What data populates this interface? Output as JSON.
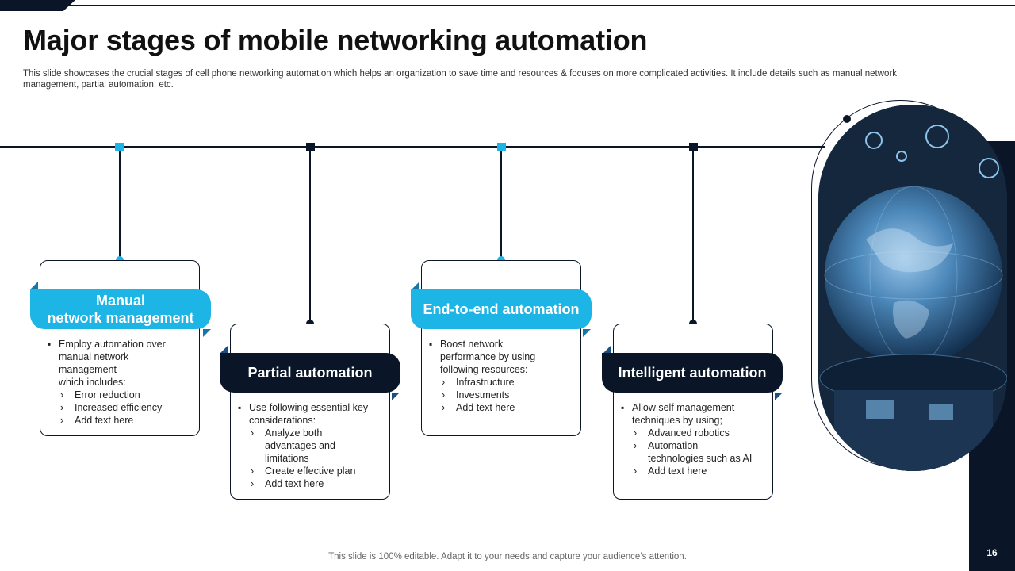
{
  "slide": {
    "title": "Major stages of mobile networking automation",
    "subtitle": "This slide showcases the crucial stages of cell phone networking automation which helps an organization to save time and resources & focuses on more complicated activities. It include details such as manual network management, partial automation, etc.",
    "footer": "This slide is 100% editable. Adapt it to your needs and capture your audience’s attention.",
    "page_number": "16"
  },
  "colors": {
    "accent": "#1db4e6",
    "dark": "#0a1628"
  },
  "stages": [
    {
      "title_line1": "Manual",
      "title_line2": "network management",
      "bullet": [
        "Employ automation  over",
        "manual network",
        "management",
        "which includes:"
      ],
      "items": [
        "Error reduction",
        "Increased  efficiency",
        "Add text here"
      ]
    },
    {
      "title": "Partial automation",
      "bullet": [
        "Use following  essential key",
        "considerations:"
      ],
      "items": [
        "Analyze both",
        "advantages  and",
        "limitations",
        "Create  effective  plan",
        "Add text here"
      ]
    },
    {
      "title": "End-to-end automation",
      "bullet": [
        "Boost network",
        "performance  by using",
        "following resources:"
      ],
      "items": [
        "Infrastructure",
        "Investments",
        "Add text here"
      ]
    },
    {
      "title": "Intelligent automation",
      "bullet": [
        "Allow self management",
        "techniques  by using;"
      ],
      "items": [
        "Advanced  robotics",
        "Automation",
        "technologies  such as AI",
        "Add text here"
      ]
    }
  ],
  "sub_marker": "›",
  "image": {
    "subject": "globe-technology-image"
  }
}
